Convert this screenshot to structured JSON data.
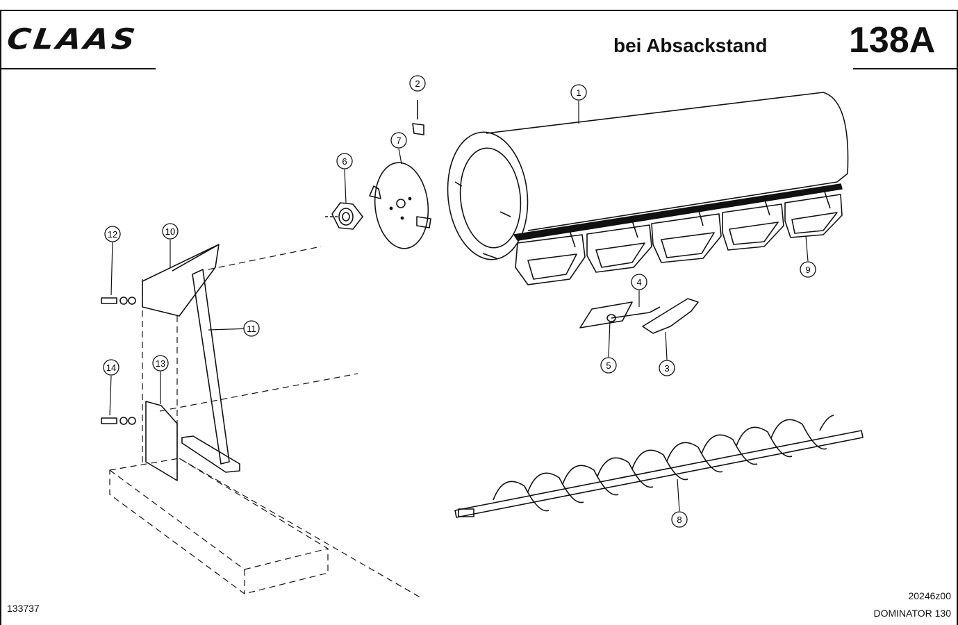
{
  "header": {
    "brand": "CLAAS",
    "subtitle": "bei Absackstand",
    "page_number": "138A"
  },
  "footer": {
    "drawing_number": "133737",
    "reference_code": "20246z00",
    "model": "DOMINATOR 130"
  },
  "callouts": [
    "1",
    "2",
    "3",
    "4",
    "5",
    "6",
    "7",
    "8",
    "9",
    "10",
    "11",
    "12",
    "13",
    "14"
  ]
}
